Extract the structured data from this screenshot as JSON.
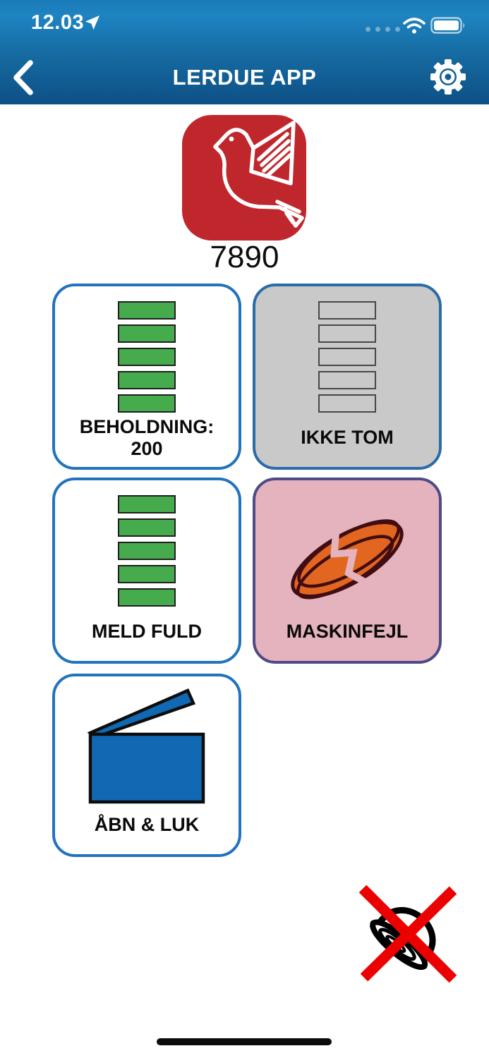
{
  "status_bar": {
    "time": "12.03"
  },
  "nav_bar": {
    "title": "LERDUE APP"
  },
  "machine": {
    "number": "7890"
  },
  "cards": {
    "beholdning": {
      "label": "BEHOLDNING:",
      "value": "200",
      "bars_filled": 5,
      "bars_total": 5
    },
    "ikke_tom": {
      "label": "IKKE TOM",
      "bars_filled": 0,
      "bars_total": 5
    },
    "meld_fuld": {
      "label": "MELD FULD",
      "bars_filled": 5,
      "bars_total": 5
    },
    "maskinfejl": {
      "label": "MASKINFEJL"
    },
    "aabn_luk": {
      "label": "ÅBN & LUK"
    }
  },
  "icons": {
    "status": [
      "location-arrow-icon",
      "cellular-dots-icon",
      "wifi-icon",
      "battery-icon"
    ],
    "nav": [
      "back-chevron-icon",
      "settings-gear-icon"
    ],
    "content": [
      "dove-icon",
      "inventory-bars-icon",
      "empty-bars-icon",
      "broken-clay-target-icon",
      "open-box-icon",
      "muted-bell-icon"
    ]
  },
  "colors": {
    "header_top": "#1e84c2",
    "header_bottom": "#0d5086",
    "card_border_blue": "#2273be",
    "ikke_tom_bg": "#c9c9c9",
    "ikke_tom_border": "#2b6ca8",
    "maskinfejl_bg": "#e5b3be",
    "maskinfejl_border": "#4e4b85",
    "bar_green": "#45ab4c",
    "machine_tile_red": "#c0272d",
    "clay_orange": "#e2661f",
    "box_blue": "#1069b2",
    "mute_x_red": "#ec0000"
  }
}
